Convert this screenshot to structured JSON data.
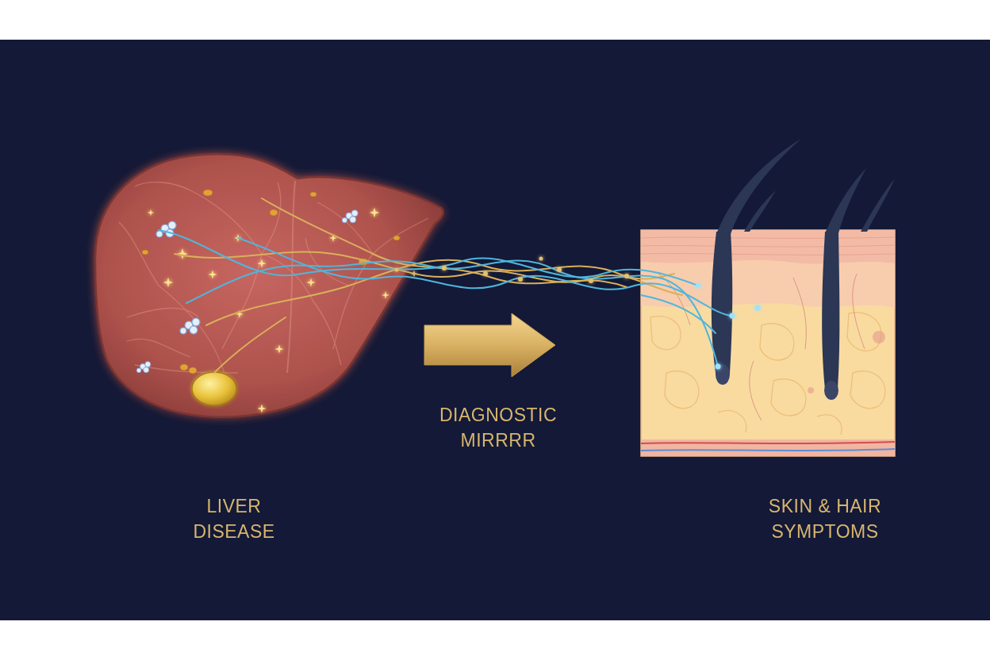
{
  "diagram": {
    "nodes": [
      {
        "text": [
          "LIVER DISEASE"
        ]
      },
      {
        "text": [
          "SKIN & HAIR SYMPTOMS"
        ]
      }
    ],
    "edges": [
      {
        "from": 0,
        "to": 1,
        "arrow": "to",
        "label": "DIAGNOSTIC MIRRRR"
      }
    ]
  }
}
